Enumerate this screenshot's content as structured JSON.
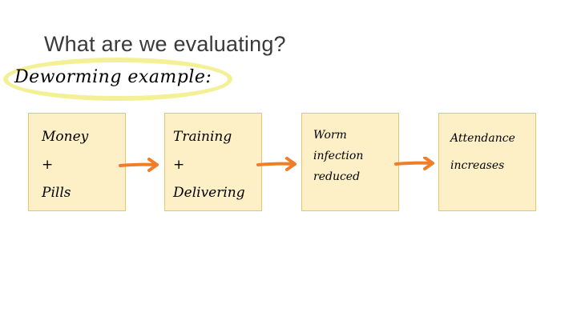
{
  "slide": {
    "title": "What are we evaluating?",
    "subtitle": "Deworming example:"
  },
  "colors": {
    "box_fill": "#fdf0c7",
    "box_border": "#e8c56a",
    "arrow": "#ef7d2a",
    "highlight": "#f3ee8a"
  },
  "flow": [
    {
      "lines": "Money\n+\nPills"
    },
    {
      "lines": "Training\n+\nDelivering"
    },
    {
      "lines": "Worm\ninfection\nreduced"
    },
    {
      "lines": "Attendance\nincreases"
    }
  ]
}
